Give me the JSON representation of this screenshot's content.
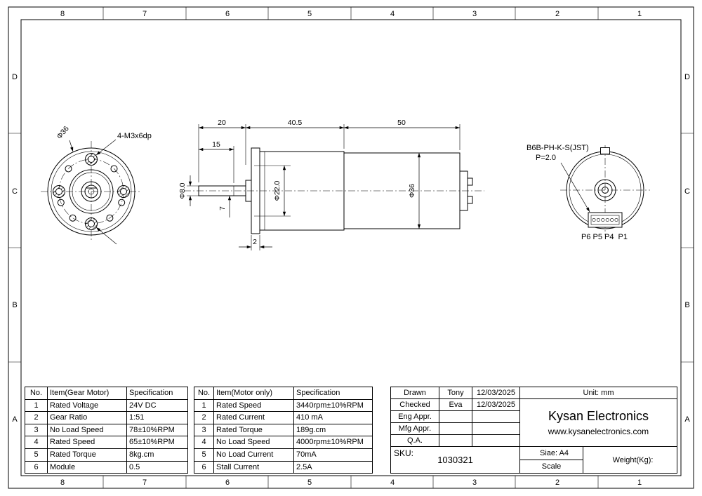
{
  "frame": {
    "columns": [
      "8",
      "7",
      "6",
      "5",
      "4",
      "3",
      "2",
      "1"
    ],
    "rows": [
      "D",
      "C",
      "B",
      "A"
    ]
  },
  "drawing": {
    "front_view": {
      "diameter_label": "Φ36",
      "holes_label": "4-M3x6dp"
    },
    "side_view": {
      "dim_shaft_len": "20",
      "dim_gearbox_len": "40.5",
      "dim_motor_len": "50",
      "dim_flat_len": "15",
      "dim_shaft_dia": "Φ8.0",
      "dim_pilot_dia": "Φ22.0",
      "dim_body_dia": "Φ36",
      "dim_flat_height": "7",
      "dim_flange_thk": "2"
    },
    "rear_view": {
      "connector_label": "B6B-PH-K-S(JST)",
      "pitch_label": "P=2.0",
      "pins_label": "P6 P5 P4  P1"
    }
  },
  "tables": {
    "gear_motor": {
      "headers": [
        "No.",
        "Item(Gear Motor)",
        "Specification"
      ],
      "rows": [
        {
          "no": "1",
          "item": "Rated Voltage",
          "spec": "24V DC"
        },
        {
          "no": "2",
          "item": "Gear Ratio",
          "spec": "1:51"
        },
        {
          "no": "3",
          "item": "No Load Speed",
          "spec": "78±10%RPM"
        },
        {
          "no": "4",
          "item": "Rated Speed",
          "spec": "65±10%RPM"
        },
        {
          "no": "5",
          "item": "Rated Torque",
          "spec": "8kg.cm"
        },
        {
          "no": "6",
          "item": "Module",
          "spec": "0.5"
        }
      ]
    },
    "motor_only": {
      "headers": [
        "No.",
        "Item(Motor only)",
        "Specification"
      ],
      "rows": [
        {
          "no": "1",
          "item": "Rated Speed",
          "spec": "3440rpm±10%RPM"
        },
        {
          "no": "2",
          "item": "Rated Current",
          "spec": "410 mA"
        },
        {
          "no": "3",
          "item": "Rated Torque",
          "spec": "189g.cm"
        },
        {
          "no": "4",
          "item": "No Load Speed",
          "spec": "4000rpm±10%RPM"
        },
        {
          "no": "5",
          "item": "No Load Current",
          "spec": "70mA"
        },
        {
          "no": "6",
          "item": "Stall Current",
          "spec": "2.5A"
        }
      ]
    }
  },
  "title_block": {
    "approvals": [
      {
        "label": "Drawn",
        "name": "Tony",
        "date": "12/03/2025"
      },
      {
        "label": "Checked",
        "name": "Eva",
        "date": "12/03/2025"
      },
      {
        "label": "Eng Appr.",
        "name": "",
        "date": ""
      },
      {
        "label": "Mfg Appr.",
        "name": "",
        "date": ""
      },
      {
        "label": "Q.A.",
        "name": "",
        "date": ""
      }
    ],
    "unit": "Unit: mm",
    "company": "Kysan Electronics",
    "website": "www.kysanelectronics.com",
    "sku_label": "SKU:",
    "sku_value": "1030321",
    "size": "Siae: A4",
    "scale": "Scale",
    "weight": "Weight(Kg):"
  }
}
